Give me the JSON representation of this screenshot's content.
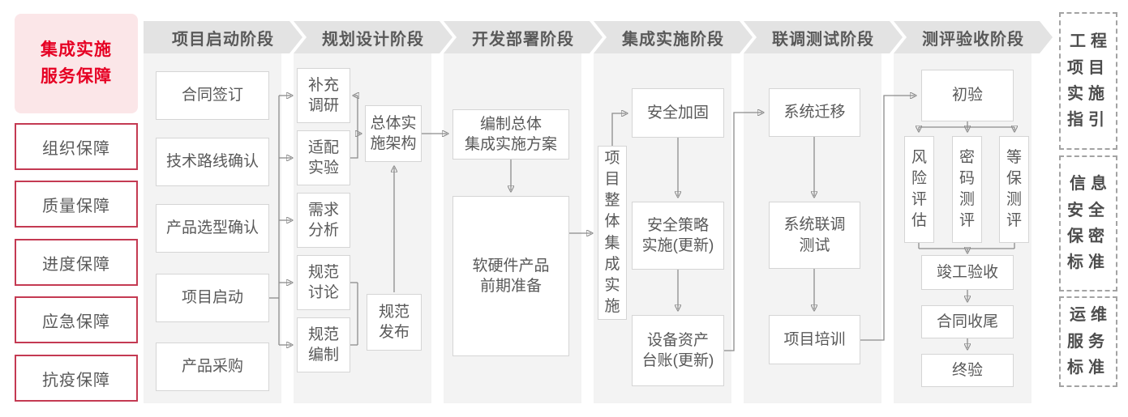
{
  "sidebar": {
    "title": "集成实施\n服务保障",
    "items": [
      "组织保障",
      "质量保障",
      "进度保障",
      "应急保障",
      "抗疫保障"
    ]
  },
  "phases": [
    "项目启动阶段",
    "规划设计阶段",
    "开发部署阶段",
    "集成实施阶段",
    "联调测试阶段",
    "测评验收阶段"
  ],
  "flow": {
    "startup": {
      "boxes": [
        "合同签订",
        "技术路线确认",
        "产品选型确认",
        "项目启动",
        "产品采购"
      ]
    },
    "planning": {
      "inputs": [
        "补充\n调研",
        "适配\n实验",
        "需求\n分析",
        "规范\n讨论",
        "规范\n编制"
      ],
      "architecture": "总体实\n施架构",
      "spec_release": "规范\n发布"
    },
    "development": {
      "plan": "编制总体\n集成实施方案",
      "preparation": "软硬件产品\n前期准备"
    },
    "integration": {
      "overall": "项\n目\n整\n体\n集\n成\n实\n施",
      "hardening": "安全加固",
      "policy": "安全策略\n实施(更新)",
      "assets": "设备资产\n台账(更新)"
    },
    "testing": {
      "migration": "系统迁移",
      "joint_test": "系统联调\n测试",
      "training": "项目培训"
    },
    "acceptance": {
      "initial": "初验",
      "risk": "风\n险\n评\n估",
      "crypto": "密\n码\n测\n评",
      "mlps": "等\n保\n测\n评",
      "completion": "竣工验收",
      "contract_close": "合同收尾",
      "final": "终验"
    }
  },
  "standards": [
    "工程\n项目\n实施\n指引",
    "信息\n安全\n保密\n标准",
    "运维\n服务\n标准"
  ],
  "colors": {
    "accent_red": "#e60023",
    "sidebar_border_red": "#c43a52",
    "pink_bg": "#fbe6e8",
    "header_gray": "#e3e3e3",
    "panel_gray": "#f3f3f3",
    "box_border": "#d5d5d5",
    "text_gray": "#595959",
    "line_gray": "#8c8c8c"
  }
}
